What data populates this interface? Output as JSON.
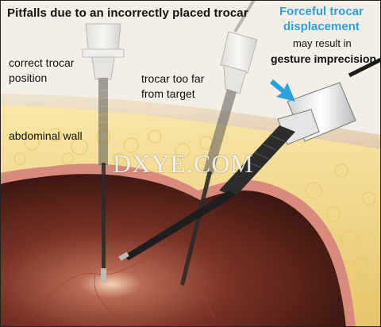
{
  "title": "Pitfalls due to an incorrectly placed trocar",
  "labels": {
    "correct_position": "correct trocar\nposition",
    "too_far": "trocar too far\nfrom target",
    "abdominal_wall": "abdominal wall",
    "forceful": "Forceful trocar\ndisplacement",
    "may_result": "may result in",
    "gesture": "gesture imprecision"
  },
  "watermark": "DXYE.COM",
  "colors": {
    "accent_blue": "#2aa2e0",
    "fat_yellow": "#f2d98a",
    "cavity_dark": "#4a1a14",
    "peritoneum_pink": "#d98a7c"
  }
}
